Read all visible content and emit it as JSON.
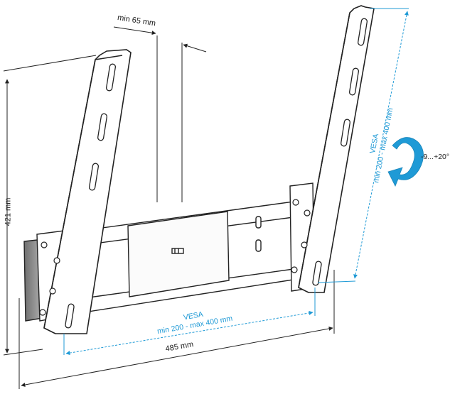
{
  "dimensions": {
    "depth_label": "min 65 mm",
    "height_label": "421 mm",
    "width_label": "485 mm",
    "tilt_label": "-9...+20°"
  },
  "vesa_horizontal": {
    "title": "VESA",
    "range": "min 200 - max 400 mm"
  },
  "vesa_vertical": {
    "title": "VESA",
    "range": "min 200 - max 400 mm"
  },
  "colors": {
    "line": "#222222",
    "accent": "#1f9ad6",
    "metal": "#ffffff",
    "shade": "#9a9a9a"
  }
}
